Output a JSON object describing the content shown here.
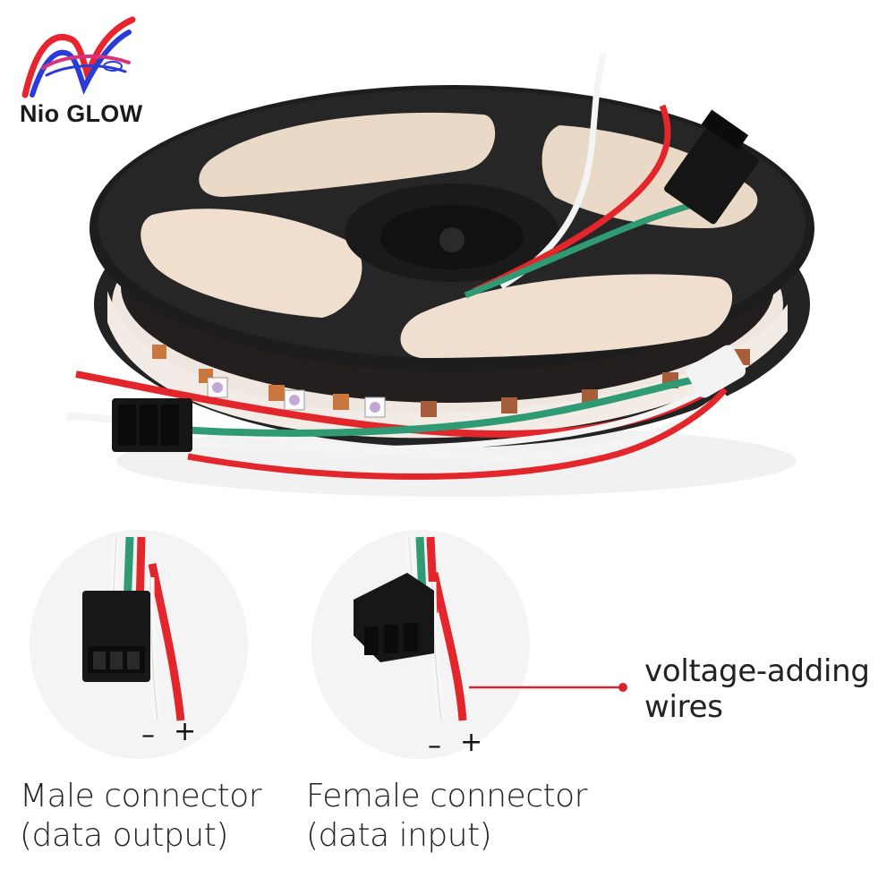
{
  "brand": {
    "name": "Nio GLOW",
    "colors": {
      "blue": "#2b3bd8",
      "red": "#e8252f",
      "pink": "#d6337a"
    }
  },
  "product_photo": {
    "subject": "led-strip-reel",
    "colors": {
      "reel": "#1e1e1e",
      "strip": "#f0e4dc",
      "wire_red": "#e3262b",
      "wire_green": "#2f9a73",
      "wire_white": "#f4f4f4",
      "connector": "#151515"
    }
  },
  "connectors": {
    "male": {
      "caption_line1": "Male connector",
      "caption_line2": "(data output)",
      "minus": "–",
      "plus": "+"
    },
    "female": {
      "caption_line1": "Female connector",
      "caption_line2": "(data input)",
      "minus": "–",
      "plus": "+"
    }
  },
  "callout": {
    "line1": "voltage-adding",
    "line2": "wires",
    "dot_color": "#d8232a"
  }
}
